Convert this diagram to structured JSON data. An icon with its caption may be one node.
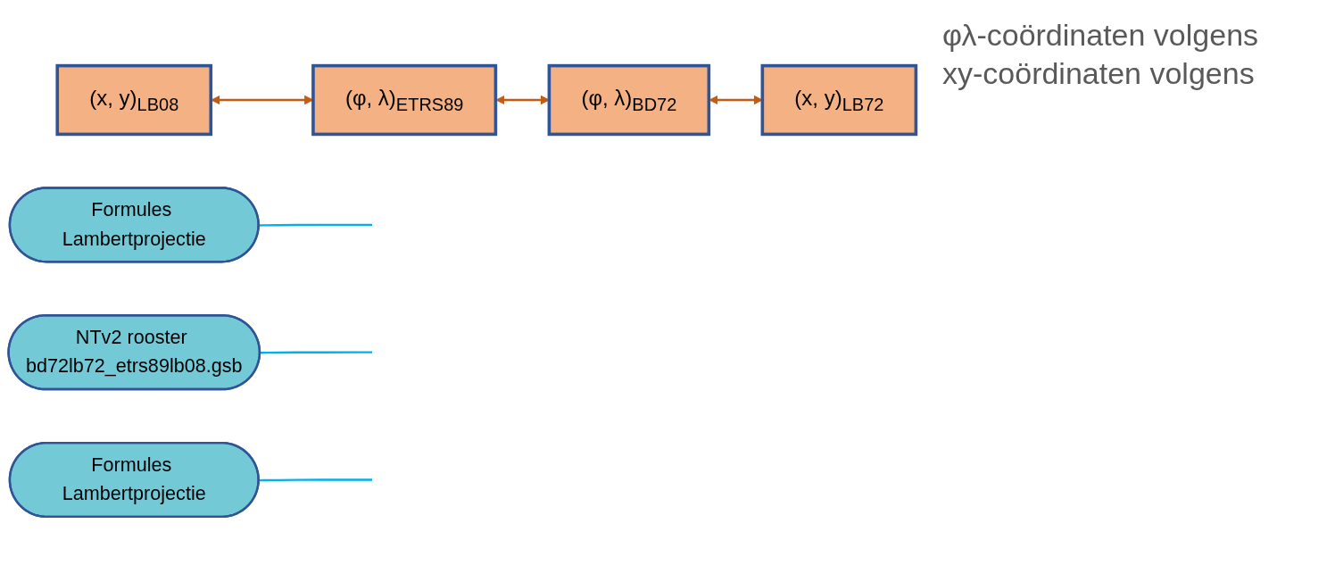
{
  "diagram": {
    "nodes": [
      {
        "text": [
          "(x, y)$_{LB08}$"
        ]
      },
      {
        "text": [
          "Formules Lambertprojectie"
        ]
      },
      {
        "text": [
          "(φ, λ)$_{ETRS89}$"
        ]
      },
      {
        "text": [
          "(φ, λ)$_{BD72}$"
        ]
      },
      {
        "text": [
          "(x, y)$_{LB72}$"
        ]
      },
      {
        "text": [
          "NTv2 rooster bd72lb72_etrs89lb08.gsb"
        ]
      },
      {
        "text": [
          "Formules Lambertprojectie"
        ]
      }
    ],
    "edges": [
      {
        "from": 0,
        "to": 2,
        "arrow": "both",
        "color": "#c55a11"
      },
      {
        "from": 1,
        "to": null,
        "arrow": "none",
        "color": "#00b0f0"
      },
      {
        "from": 2,
        "to": 3,
        "arrow": "both",
        "color": "#c55a11"
      },
      {
        "from": 5,
        "to": null,
        "arrow": "none",
        "color": "#00b0f0"
      },
      {
        "from": 3,
        "to": 4,
        "arrow": "both",
        "color": "#c55a11"
      },
      {
        "from": 6,
        "to": null,
        "arrow": "none",
        "color": "#00b0f0"
      }
    ],
    "labels": [
      "φλ-coördinaten volgens",
      "xy-coördinaten volgens"
    ]
  }
}
